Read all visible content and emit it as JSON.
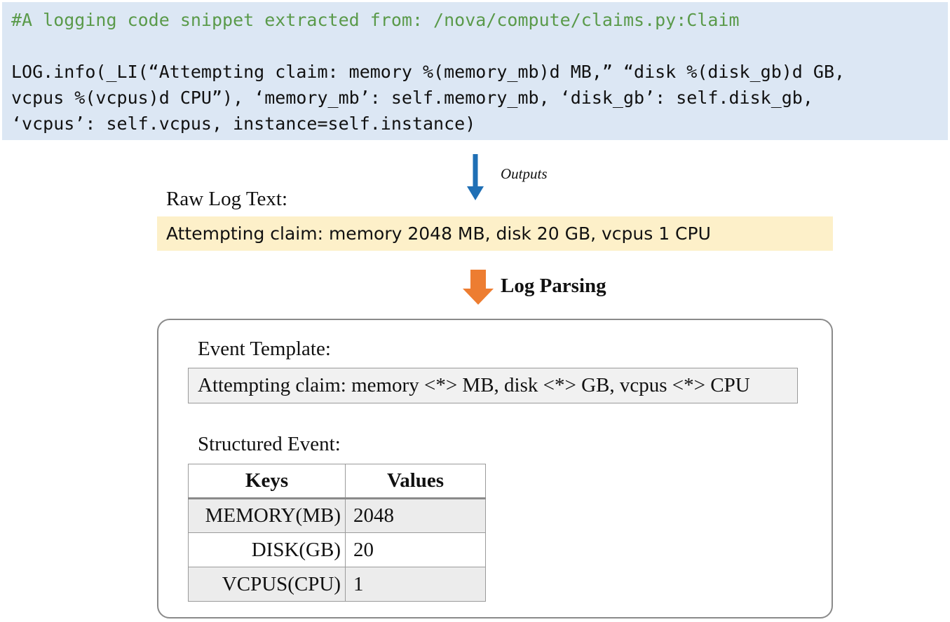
{
  "code": {
    "comment": "#A logging code snippet extracted from: /nova/compute/claims.py:Claim",
    "lines": [
      "LOG.info(_LI(“Attempting claim: memory %(memory_mb)d MB,” “disk %(disk_gb)d GB,",
      "vcpus %(vcpus)d CPU”), ‘memory_mb’: self.memory_mb, ‘disk_gb’: self.disk_gb,",
      "‘vcpus’: self.vcpus, instance=self.instance)"
    ]
  },
  "outputs_label": "Outputs",
  "raw_log": {
    "label": "Raw Log Text:",
    "text": "Attempting claim: memory 2048 MB, disk 20 GB, vcpus 1 CPU"
  },
  "parsing_label": "Log Parsing",
  "event_template": {
    "label": "Event Template:",
    "text": "Attempting claim: memory <*> MB, disk <*> GB, vcpus <*> CPU"
  },
  "structured_event": {
    "label": "Structured Event:",
    "headers": [
      "Keys",
      "Values"
    ],
    "rows": [
      {
        "key": "MEMORY(MB)",
        "value": "2048"
      },
      {
        "key": "DISK(GB)",
        "value": "20"
      },
      {
        "key": "VCPUS(CPU)",
        "value": "1"
      }
    ]
  },
  "colors": {
    "code_bg": "#dce7f4",
    "comment": "#5a9a4a",
    "raw_bg": "#fdf0c9",
    "arrow_outputs": "#1f6fb5",
    "arrow_parsing": "#ed7d31"
  }
}
